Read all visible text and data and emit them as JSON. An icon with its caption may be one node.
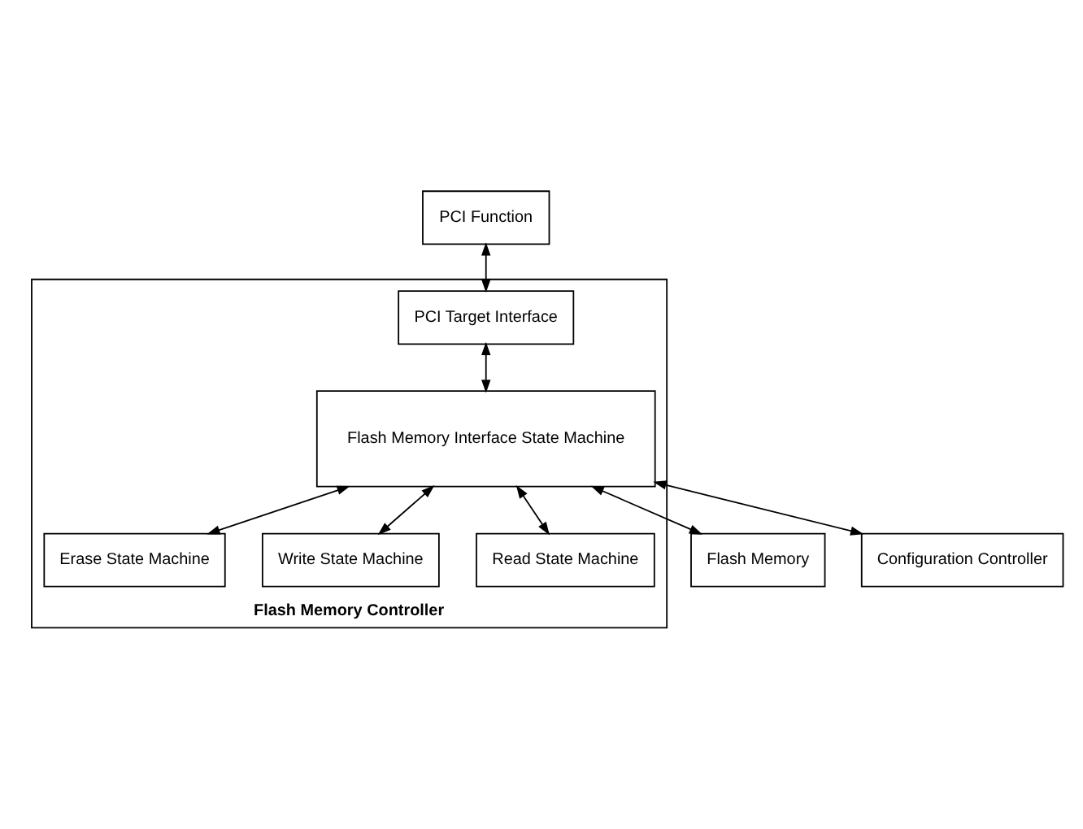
{
  "diagram": {
    "nodes": [
      {
        "text": [
          "PCI Function"
        ]
      },
      {
        "text": [
          "Flash Memory Controller"
        ]
      },
      {
        "text": [
          "PCI Target Interface"
        ],
        "in": 1
      },
      {
        "text": [
          "Flash Memory Interface State Machine"
        ],
        "in": 1
      },
      {
        "text": [
          "Erase State Machine"
        ],
        "in": 1
      },
      {
        "text": [
          "Write State Machine"
        ],
        "in": 1
      },
      {
        "text": [
          "Read State Machine"
        ],
        "in": 1
      },
      {
        "text": [
          "Flash Memory"
        ]
      },
      {
        "text": [
          "Configuration Controller"
        ]
      }
    ],
    "edges": [
      {
        "from": 0,
        "to": 2,
        "arrow": "both"
      },
      {
        "from": 2,
        "to": 3,
        "arrow": "both"
      },
      {
        "from": 3,
        "to": 7,
        "arrow": "both"
      },
      {
        "from": 3,
        "to": 8,
        "arrow": "both"
      },
      {
        "from": 3,
        "to": 4,
        "arrow": "both"
      },
      {
        "from": 3,
        "to": 5,
        "arrow": "both"
      },
      {
        "from": 3,
        "to": 6,
        "arrow": "both"
      }
    ]
  }
}
